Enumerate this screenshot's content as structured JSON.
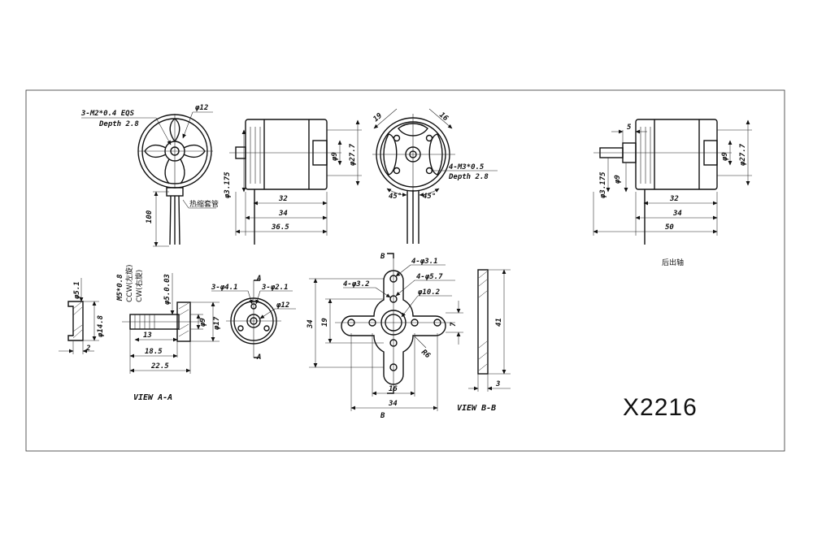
{
  "title_block": {
    "model": "X2216"
  },
  "views": {
    "front": {
      "callout_thread": "3-M2*0.4 EQS",
      "callout_depth": "Depth 2.8",
      "dia_top": "φ12",
      "lead_length": "100",
      "sleeve_note": "热缩套管"
    },
    "side": {
      "shaft_dia": "φ3.175",
      "dia_inner": "φ9",
      "dia_outer": "φ27.7",
      "dim_32": "32",
      "dim_34": "34",
      "dim_365": "36.5"
    },
    "rear": {
      "dim_19": "19",
      "dim_16": "16",
      "thread": "4-M3*0.5",
      "depth": "Depth 2.8",
      "angle_left": "45°",
      "angle_right": "45°"
    },
    "rear_shaft": {
      "dim_5": "5",
      "shaft_dia": "φ3.175",
      "dia_9_left": "φ9",
      "dia_9": "φ9",
      "dia_277": "φ27.7",
      "dim_32": "32",
      "dim_34": "34",
      "dim_50": "50",
      "caption": "后出轴"
    },
    "adapter": {
      "dia_51": "φ5.1",
      "dia_148": "φ14.8",
      "dim_2": "2",
      "thread_m5": "M5*0.8",
      "ccw": "CCW(左旋)",
      "cw": "CW(右旋)",
      "dia_503": "φ5.0.03",
      "dia_9": "φ9",
      "dia_17": "φ17",
      "dim_13": "13",
      "dim_185": "18.5",
      "dim_225": "22.5",
      "view_label": "VIEW A-A"
    },
    "adapter_face": {
      "holes_41": "3-φ4.1",
      "holes_21": "3-φ2.1",
      "dia_12": "φ12",
      "section_a_top": "A",
      "section_a_bottom": "A"
    },
    "mount": {
      "section_b_top": "B",
      "section_b_bottom": "B",
      "holes_31": "4-φ3.1",
      "holes_32": "4-φ3.2",
      "holes_57": "4-φ5.7",
      "dia_102": "φ10.2",
      "dim_34_v": "34",
      "dim_19_v": "19",
      "dim_16_h": "16",
      "dim_34_h": "34",
      "radius": "R6",
      "dim_7": "7",
      "view_label": "VIEW B-B"
    },
    "mount_side": {
      "dim_41": "41",
      "dim_3": "3"
    }
  }
}
